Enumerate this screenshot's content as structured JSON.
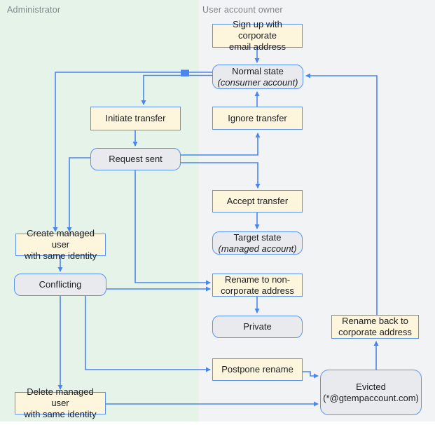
{
  "lanes": {
    "left": {
      "label": "Administrator",
      "bg": "#e6f3e9"
    },
    "right": {
      "label": "User account owner",
      "bg": "#f1f3f4"
    }
  },
  "colors": {
    "line_blue": "#4a86ee",
    "box_border_blue": "#5b93f2",
    "action_fill_yellow": "#fdf5dc",
    "state_fill_gray": "#e8eaed",
    "lane_title_gray": "#80868b",
    "text": "#202124"
  },
  "nodes": {
    "signup": {
      "type": "action",
      "lines": [
        "Sign up with corporate",
        "email address"
      ]
    },
    "normal": {
      "type": "state",
      "lines": [
        "Normal state",
        "(consumer account)"
      ]
    },
    "initiate": {
      "type": "action",
      "lines": [
        "Initiate transfer"
      ]
    },
    "ignore": {
      "type": "action",
      "lines": [
        "Ignore transfer"
      ]
    },
    "request": {
      "type": "state",
      "lines": [
        "Request sent"
      ]
    },
    "accept": {
      "type": "action",
      "lines": [
        "Accept transfer"
      ]
    },
    "target": {
      "type": "state",
      "lines": [
        "Target state",
        "(managed account)"
      ]
    },
    "create": {
      "type": "action",
      "lines": [
        "Create managed user",
        "with same identity"
      ]
    },
    "conflicting": {
      "type": "state",
      "lines": [
        "Conflicting"
      ]
    },
    "rename_non": {
      "type": "action",
      "lines": [
        "Rename to non-",
        "corporate address"
      ]
    },
    "private": {
      "type": "state",
      "lines": [
        "Private"
      ]
    },
    "postpone": {
      "type": "action",
      "lines": [
        "Postpone rename"
      ]
    },
    "rename_back": {
      "type": "action",
      "lines": [
        "Rename back to",
        "corporate address"
      ]
    },
    "evicted": {
      "type": "state",
      "lines": [
        "Evicted",
        "(*@gtempaccount.com)"
      ]
    },
    "delete": {
      "type": "action",
      "lines": [
        "Delete managed user",
        "with same identity"
      ]
    }
  }
}
